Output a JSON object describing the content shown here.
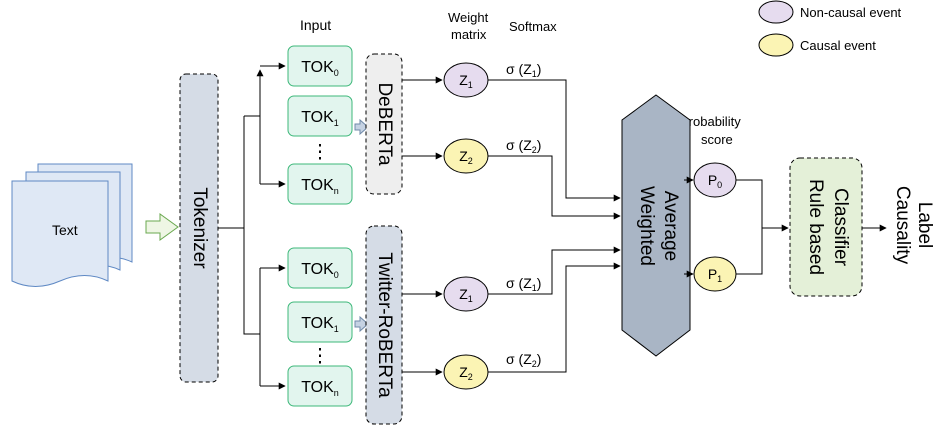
{
  "legend": {
    "non_causal": "Non-causal event",
    "causal": "Causal event",
    "colors": {
      "non_causal": "#e6dcef",
      "causal": "#fbf4b4"
    }
  },
  "headers": {
    "input": "Input",
    "weight_line1": "Weight",
    "weight_line2": "matrix",
    "softmax": "Softmax",
    "prob_line1": "Probability",
    "prob_line2": "score"
  },
  "text_box": "Text",
  "tokenizer": "Tokenizer",
  "upper": {
    "model": "DeBERTa",
    "tokens": [
      {
        "base": "TOK",
        "sub": "0"
      },
      {
        "base": "TOK",
        "sub": "1"
      },
      {
        "base": "TOK",
        "sub": "n"
      }
    ],
    "ellipsis": "⋮",
    "z_nodes": [
      {
        "base": "Z",
        "sub": "1",
        "softmax": "σ (Z",
        "softmax_sub": "1",
        "softmax_end": ")"
      },
      {
        "base": "Z",
        "sub": "2",
        "softmax": "σ (Z",
        "softmax_sub": "2",
        "softmax_end": ")"
      }
    ]
  },
  "lower": {
    "model": "Twitter-RoBERTa",
    "tokens": [
      {
        "base": "TOK",
        "sub": "0"
      },
      {
        "base": "TOK",
        "sub": "1"
      },
      {
        "base": "TOK",
        "sub": "n"
      }
    ],
    "ellipsis": "⋮",
    "z_nodes": [
      {
        "base": "Z",
        "sub": "1",
        "softmax": "σ (Z",
        "softmax_sub": "1",
        "softmax_end": ")"
      },
      {
        "base": "Z",
        "sub": "2",
        "softmax": "σ (Z",
        "softmax_sub": "2",
        "softmax_end": ")"
      }
    ]
  },
  "weighted_average": {
    "line1": "Weighted",
    "line2": "Average"
  },
  "probabilities": [
    {
      "base": "P",
      "sub": "0"
    },
    {
      "base": "P",
      "sub": "1"
    }
  ],
  "classifier": {
    "line1": "Rule based",
    "line2": "Classifier"
  },
  "output": {
    "line1": "Causality",
    "line2": "Label"
  }
}
